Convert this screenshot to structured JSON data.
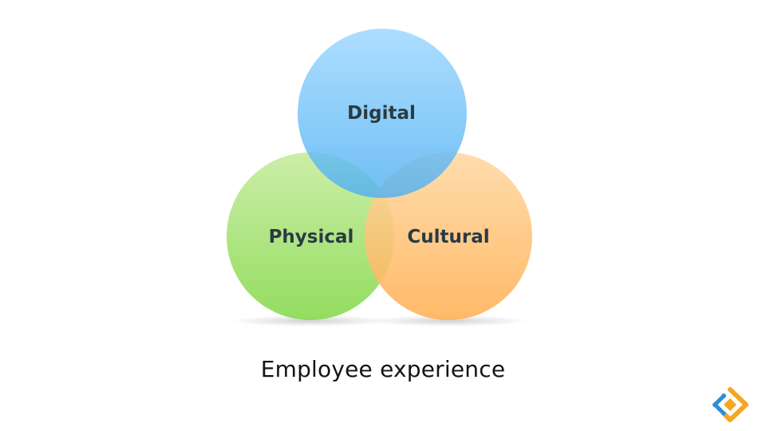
{
  "diagram": {
    "type": "venn",
    "circles": [
      {
        "key": "digital",
        "label": "Digital",
        "color_top": "#9bd6ff",
        "color_bottom": "#4fb0f2"
      },
      {
        "key": "physical",
        "label": "Physical",
        "color_top": "#c4eb9b",
        "color_bottom": "#8fdc5c"
      },
      {
        "key": "cultural",
        "label": "Cultural",
        "color_top": "#ffd49a",
        "color_bottom": "#ffb257"
      }
    ],
    "caption": "Employee experience"
  },
  "logo": {
    "icon": "diamond-logo-icon",
    "colors": {
      "primary": "#f5a623",
      "secondary": "#2c8fd6"
    }
  }
}
